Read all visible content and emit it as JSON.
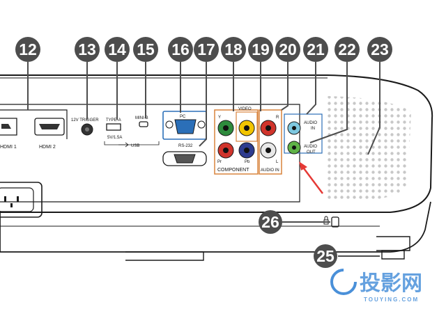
{
  "callouts": {
    "c12": "12",
    "c13": "13",
    "c14": "14",
    "c15": "15",
    "c16": "16",
    "c17": "17",
    "c18": "18",
    "c19": "19",
    "c20": "20",
    "c21": "21",
    "c22": "22",
    "c23": "23",
    "c25": "25",
    "c26": "26"
  },
  "port_labels": {
    "hdmi1": "HDMI 1",
    "hdmi2": "HDMI 2",
    "trigger": "12V TRIGGER",
    "type_a": "TYPE-A",
    "type_a_rating": "5V/1.5A",
    "usb": "USB",
    "mini_b": "MINI-B",
    "pc": "PC",
    "rs232": "RS-232",
    "y": "Y",
    "pr": "Pr",
    "pb": "Pb",
    "component": "COMPONENT",
    "video": "VIDEO",
    "r": "R",
    "l": "L",
    "audio_in_small": "AUDIO IN",
    "audio_in": "AUDIO",
    "audio_in_2": "IN",
    "audio_out": "AUDIO",
    "audio_out_2": "OUT"
  },
  "watermark": {
    "cn": "投影网",
    "en": "TOUYING.COM"
  },
  "colors": {
    "callout_bg": "#4d4d4d",
    "body_outline": "#1a1a1a",
    "group_frame": "#d8833c",
    "pc_frame": "#2b6fb8",
    "arrow": "#e53935",
    "jack_green": "#2e8b3d",
    "jack_red": "#d0342c",
    "jack_blue": "#2f3c8f",
    "jack_yellow": "#f2c500",
    "jack_white": "#e8e8e8",
    "jack_lightblue": "#7ec8e0",
    "jack_ltgreen": "#5fb347",
    "watermark": "#4a90d9"
  }
}
